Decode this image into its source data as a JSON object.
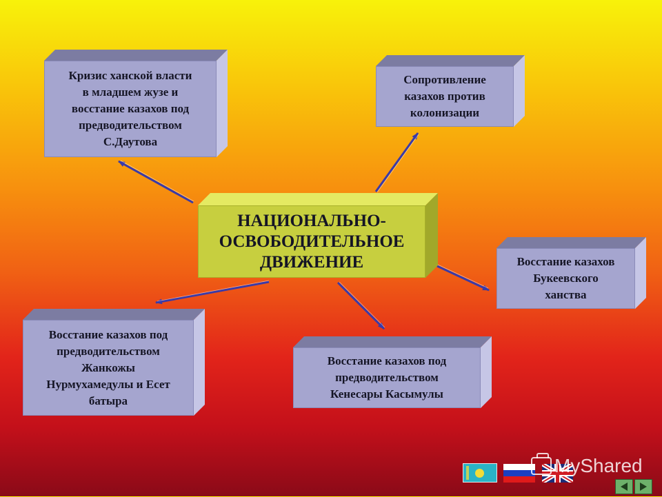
{
  "diagram": {
    "center": {
      "text": "НАЦИОНАЛЬНО-\nОСВОБОДИТЕЛЬНОЕ\nДВИЖЕНИЕ"
    },
    "nodes": [
      {
        "id": "srym",
        "text": "Кризис ханской власти\nв младшем жузе и\nвосстание казахов под\nпредводительством\nС.Даутова"
      },
      {
        "id": "colonization",
        "text": "Сопротивление\nказахов против\nколонизации"
      },
      {
        "id": "bukey",
        "text": "Восстание казахов\nБукеевского\nханства"
      },
      {
        "id": "kenesary",
        "text": "Восстание казахов под\nпредводительством\nКенесары Касымулы"
      },
      {
        "id": "zhankozha",
        "text": "Восстание казахов под\nпредводительством\nЖанкожы\nНурмухамедулы и Есет\nбатыра"
      }
    ],
    "colors": {
      "node_face": "#a5a5cf",
      "center_face": "#c7cf3f",
      "arrow": "#3a3aa8",
      "background_top": "#f8f20a",
      "background_bottom": "#8a0a18"
    }
  },
  "footer": {
    "watermark": "MyShared",
    "flags": [
      "kazakhstan-flag",
      "russia-flag",
      "uk-flag"
    ],
    "nav_icons": [
      "back-arrow-icon",
      "forward-arrow-icon"
    ]
  }
}
